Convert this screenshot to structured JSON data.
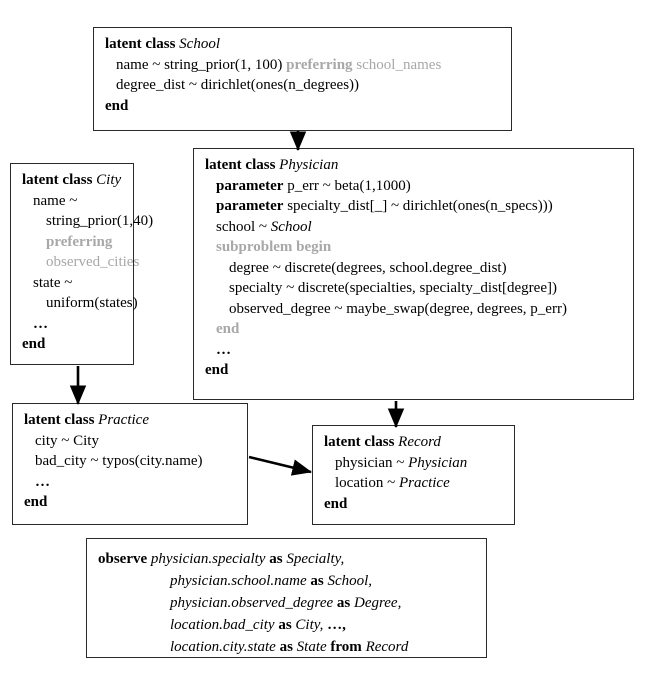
{
  "diagram": {
    "title": "latent class model diagram",
    "boxes": {
      "school": {
        "header_kw": "latent class",
        "header_name": "School",
        "lines": [
          {
            "text": "name ~ string_prior(1, 100) ",
            "tail_kw": "preferring",
            "tail": " school_names"
          },
          {
            "text": "degree_dist ~ dirichlet(ones(n_degrees))"
          }
        ],
        "end": "end"
      },
      "city": {
        "header_kw": "latent class",
        "header_name": "City",
        "l1": "name ~",
        "l2": "string_prior(1,40)",
        "l3": "preferring",
        "l4": "observed_cities",
        "l5": "state ~",
        "l6": "uniform(states)",
        "dots": "…",
        "end": "end"
      },
      "physician": {
        "header_kw": "latent class",
        "header_name": "Physician",
        "p1_kw": "parameter",
        "p1": " p_err ~ beta(1,1000)",
        "p2_kw": "parameter",
        "p2": " specialty_dist[_] ~ dirichlet(ones(n_specs)))",
        "school_line_a": "school ~ ",
        "school_line_b": "School",
        "subproblem": "subproblem begin",
        "s1": "degree ~ discrete(degrees, school.degree_dist)",
        "s2": "specialty ~ discrete(specialties, specialty_dist[degree])",
        "s3": "observed_degree ~ maybe_swap(degree, degrees, p_err)",
        "sub_end": "end",
        "dots": "…",
        "end": "end"
      },
      "practice": {
        "header_kw": "latent class",
        "header_name": "Practice",
        "l1": "city ~ City",
        "l2": "bad_city ~ typos(city.name)",
        "dots": "…",
        "end": "end"
      },
      "record": {
        "header_kw": "latent class",
        "header_name": "Record",
        "l1a": "physician ~ ",
        "l1b": "Physician",
        "l2a": "location ~ ",
        "l2b": "Practice",
        "end": "end"
      },
      "observe": {
        "kw_observe": "observe",
        "r1_expr": "physician.specialty",
        "r1_as": "as",
        "r1_name": "Specialty,",
        "r2_expr": "physician.school.name",
        "r2_as": "as",
        "r2_name": "School,",
        "r3_expr": "physician.observed_degree",
        "r3_as": "as",
        "r3_name": "Degree,",
        "r4_expr": "location.bad_city",
        "r4_as": "as",
        "r4_name": "City,",
        "r4_dots": "…,",
        "r5_expr": "location.city.state",
        "r5_as": "as",
        "r5_name": "State",
        "r5_from": "from",
        "r5_src": "Record"
      }
    },
    "arrows": [
      {
        "name": "school-to-physician"
      },
      {
        "name": "city-to-practice"
      },
      {
        "name": "practice-to-record"
      },
      {
        "name": "physician-to-record"
      }
    ],
    "colors": {
      "ink": "#000000",
      "grey": "#a8a8a8",
      "border": "#2a2a2a"
    }
  }
}
